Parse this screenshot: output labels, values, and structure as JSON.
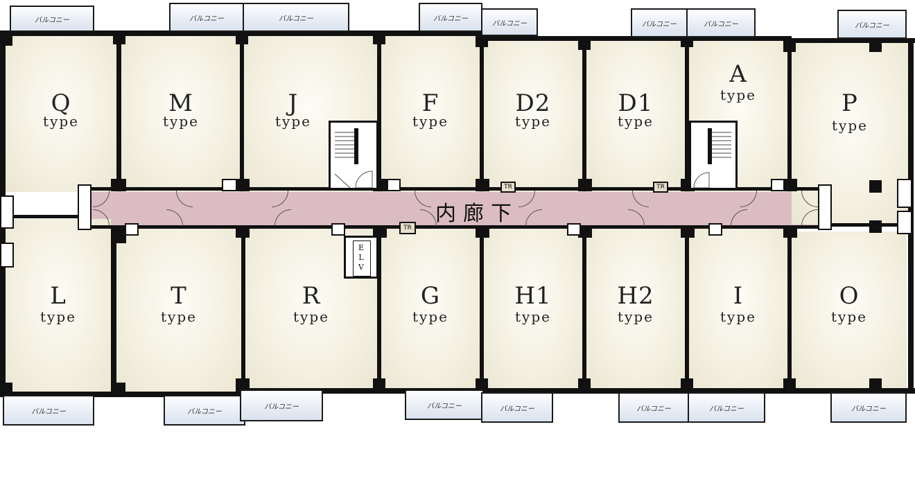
{
  "rooms": [
    {
      "id": "q",
      "code": "Q",
      "type": "type"
    },
    {
      "id": "m",
      "code": "M",
      "type": "type"
    },
    {
      "id": "j",
      "code": "J",
      "type": "type"
    },
    {
      "id": "f",
      "code": "F",
      "type": "type"
    },
    {
      "id": "d2",
      "code": "D2",
      "type": "type"
    },
    {
      "id": "d1",
      "code": "D1",
      "type": "type"
    },
    {
      "id": "a",
      "code": "A",
      "type": "type"
    },
    {
      "id": "p",
      "code": "P",
      "type": "type"
    },
    {
      "id": "l",
      "code": "L",
      "type": "type"
    },
    {
      "id": "t",
      "code": "T",
      "type": "type"
    },
    {
      "id": "r",
      "code": "R",
      "type": "type"
    },
    {
      "id": "g",
      "code": "G",
      "type": "type"
    },
    {
      "id": "h1",
      "code": "H1",
      "type": "type"
    },
    {
      "id": "h2",
      "code": "H2",
      "type": "type"
    },
    {
      "id": "i",
      "code": "I",
      "type": "type"
    },
    {
      "id": "o",
      "code": "O",
      "type": "type"
    }
  ],
  "balcony_label": "バルコニー",
  "corridor_label": "内廊下",
  "tr_label": "TR",
  "elevator_label": [
    "E",
    "L",
    "V"
  ],
  "colors": {
    "corridor": "#dbbcc3",
    "room": "#f4f1e2",
    "wall": "#111111",
    "balcony": "#d9e2ee"
  }
}
